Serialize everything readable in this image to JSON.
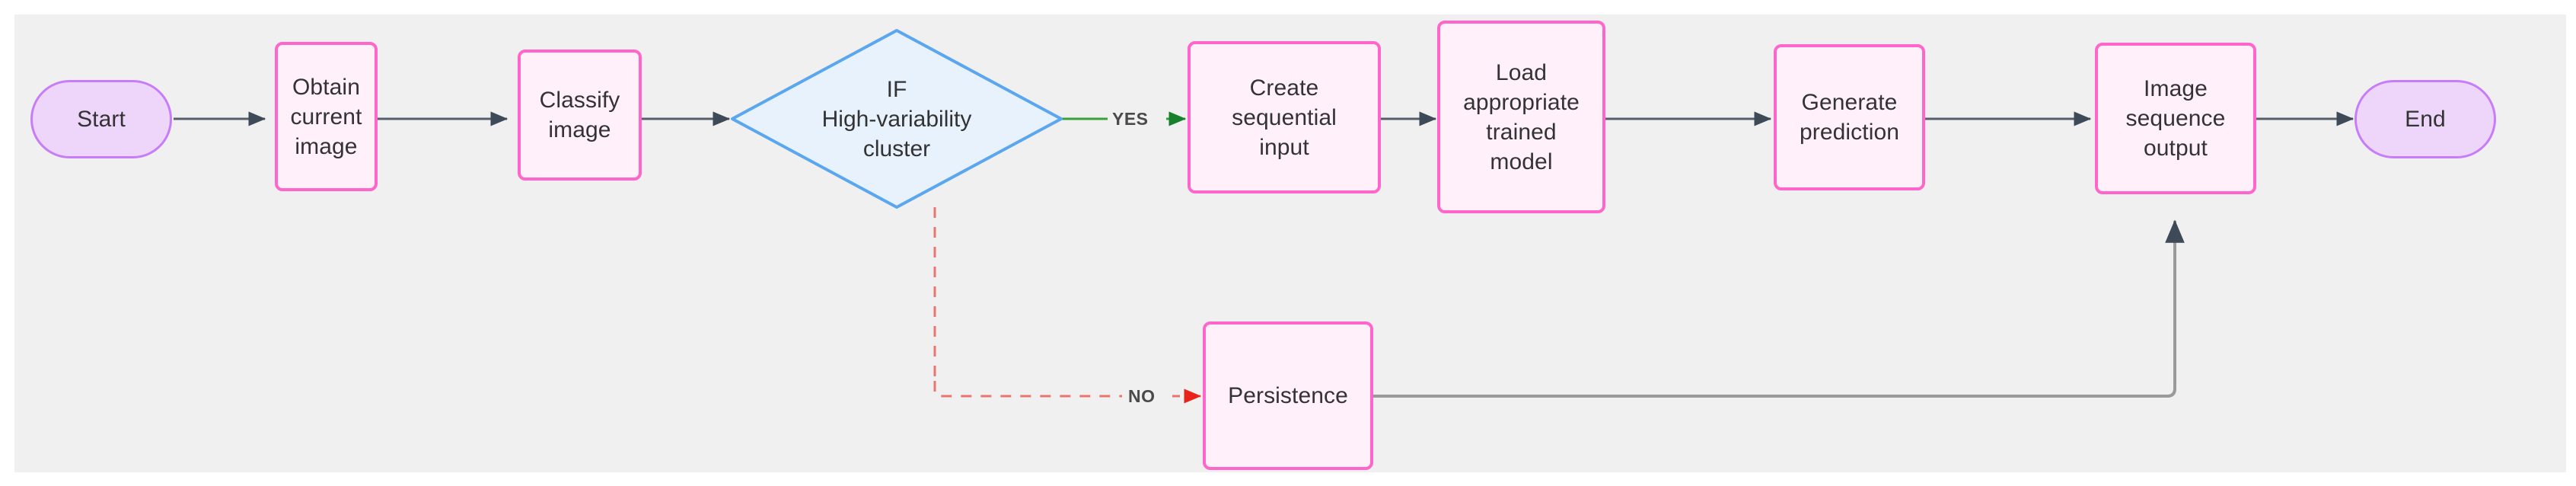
{
  "canvas": {
    "background": "#f0f0f0",
    "page_background": "#ffffff"
  },
  "theme": {
    "process_fill": "#fff0fa",
    "process_border": "#ff66cc",
    "terminal_fill": "#eed6fb",
    "terminal_border": "#c77dfa",
    "decision_fill": "#e8f2fd",
    "decision_border": "#5aa7f0",
    "edge_default": "#555f6b",
    "edge_yes": "#2e9e3e",
    "edge_no": "#e8766f",
    "text": "#333333"
  },
  "diagram": {
    "type": "flowchart",
    "orientation": "left-to-right",
    "nodes": [
      {
        "id": "start",
        "shape": "terminal",
        "label": "Start"
      },
      {
        "id": "obtain",
        "shape": "process",
        "label": "Obtain\ncurrent\nimage"
      },
      {
        "id": "classify",
        "shape": "process",
        "label": "Classify\nimage"
      },
      {
        "id": "decision",
        "shape": "decision",
        "label": "IF\nHigh-variability\ncluster"
      },
      {
        "id": "sequential",
        "shape": "process",
        "label": "Create\nsequential\ninput"
      },
      {
        "id": "loadmodel",
        "shape": "process",
        "label": "Load\nappropriate\ntrained\nmodel"
      },
      {
        "id": "predict",
        "shape": "process",
        "label": "Generate\nprediction"
      },
      {
        "id": "output",
        "shape": "process",
        "label": "Image\nsequence\noutput"
      },
      {
        "id": "end",
        "shape": "terminal",
        "label": "End"
      },
      {
        "id": "persistence",
        "shape": "process",
        "label": "Persistence"
      }
    ],
    "edges": [
      {
        "from": "start",
        "to": "obtain",
        "label": "",
        "style": "solid",
        "color": "#555f6b"
      },
      {
        "from": "obtain",
        "to": "classify",
        "label": "",
        "style": "solid",
        "color": "#555f6b"
      },
      {
        "from": "classify",
        "to": "decision",
        "label": "",
        "style": "solid",
        "color": "#555f6b"
      },
      {
        "from": "decision",
        "to": "sequential",
        "label": "YES",
        "style": "solid",
        "color": "#2e9e3e"
      },
      {
        "from": "sequential",
        "to": "loadmodel",
        "label": "",
        "style": "solid",
        "color": "#555f6b"
      },
      {
        "from": "loadmodel",
        "to": "predict",
        "label": "",
        "style": "solid",
        "color": "#555f6b"
      },
      {
        "from": "predict",
        "to": "output",
        "label": "",
        "style": "solid",
        "color": "#555f6b"
      },
      {
        "from": "output",
        "to": "end",
        "label": "",
        "style": "solid",
        "color": "#555f6b"
      },
      {
        "from": "decision",
        "to": "persistence",
        "label": "NO",
        "style": "dashed",
        "color": "#e8766f"
      },
      {
        "from": "persistence",
        "to": "output",
        "label": "",
        "style": "solid",
        "color": "#8a8a8a"
      }
    ],
    "edge_labels": {
      "yes": "YES",
      "no": "NO"
    }
  }
}
